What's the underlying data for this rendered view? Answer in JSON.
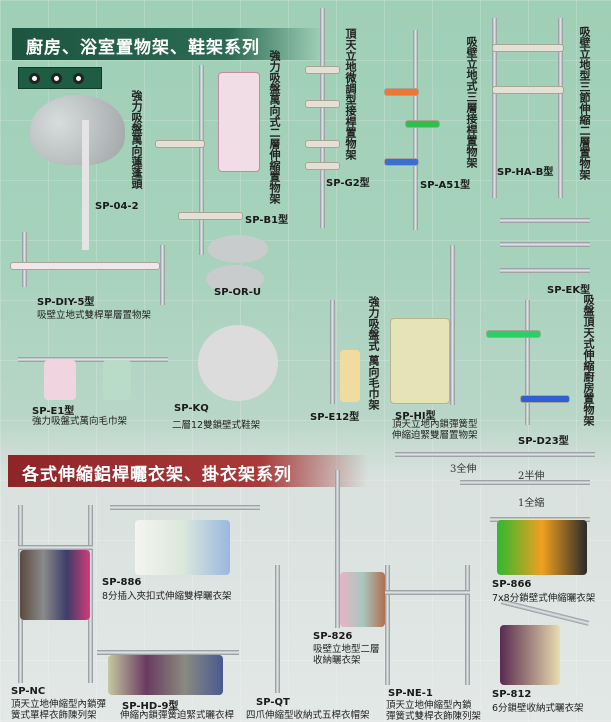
{
  "sections": {
    "bath_title": "廚房、浴室置物架、鞋架系列",
    "clothes_title": "各式伸縮鋁桿曬衣架、掛衣架系列"
  },
  "products": {
    "sp04": {
      "code": "SP-04-2",
      "desc": "強力吸盤萬向蓮蓬頭"
    },
    "spb1": {
      "code": "SP-B1型",
      "desc": "強力吸盤萬向式二層伸縮置物架"
    },
    "spg2": {
      "code": "SP-G2型",
      "desc": "頂天立地微調型接桿置物架"
    },
    "spa51": {
      "code": "SP-A51型",
      "desc": "吸壁立地式三層接桿置物架"
    },
    "sphab": {
      "code": "SP-HA-B型",
      "desc": "吸壁立地型三節伸縮二層置物架"
    },
    "spdiy": {
      "code": "SP-DIY-5型",
      "desc": "吸壁立地式雙桿單層置物架"
    },
    "spor": {
      "code": "SP-OR-U"
    },
    "spek": {
      "code": "SP-EK型"
    },
    "spe1": {
      "code": "SP-E1型",
      "desc": "強力吸盤式萬向毛巾架"
    },
    "spkq": {
      "code": "SP-KQ",
      "desc": "二層12雙鎖壁式鞋架"
    },
    "spe12": {
      "code": "SP-E12型",
      "desc": "強力吸盤式 萬向毛巾架"
    },
    "sphi": {
      "code": "SP-HI型",
      "desc_line1": "頂天立地內鎖彈簧型",
      "desc_line2": "伸縮迫緊雙層置物架"
    },
    "spd23": {
      "code": "SP-D23型",
      "desc": "吸盤頂天式伸縮廚房置物架"
    },
    "sp886": {
      "code": "SP-886",
      "desc": "8分插入夾扣式伸縮雙桿曬衣架"
    },
    "sp866": {
      "code": "SP-866",
      "desc": "7x8分鎖壁式伸縮曬衣架"
    },
    "sp826": {
      "code": "SP-826",
      "desc_line1": "吸壁立地型二層",
      "desc_line2": "收納曬衣架"
    },
    "spnc": {
      "code": "SP-NC",
      "desc_line1": "頂天立地伸縮型內鎖彈",
      "desc_line2": "簧式單桿衣飾陳列架"
    },
    "sphd9": {
      "code": "SP-HD-9型",
      "desc": "伸縮內鎖彈簧迫緊式曬衣桿"
    },
    "spqt": {
      "code": "SP-QT",
      "desc": "四爪伸縮型收納式五桿衣帽架"
    },
    "spne1": {
      "code": "SP-NE-1",
      "desc_line1": "頂天立地伸縮型內鎖",
      "desc_line2": "彈簧式雙桿衣飾陳列架"
    },
    "sp812": {
      "code": "SP-812",
      "desc": "6分鎖壁收納式曬衣架"
    }
  },
  "extension_states": [
    "3全伸",
    "2半伸",
    "1全縮"
  ]
}
